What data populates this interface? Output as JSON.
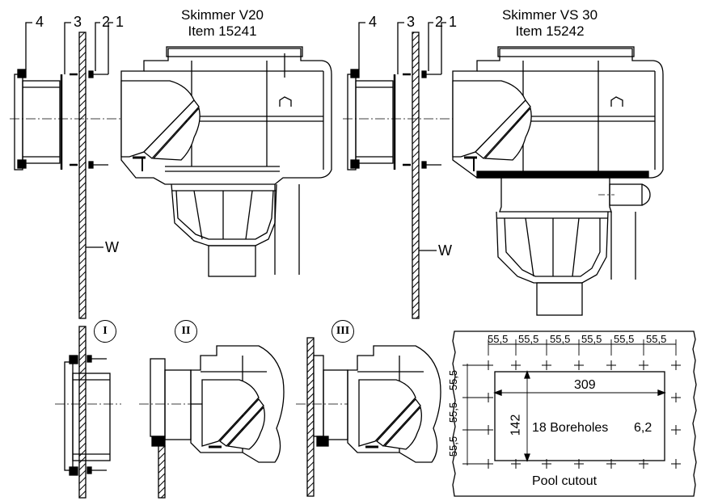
{
  "skimmer_v20": {
    "title": "Skimmer V20",
    "item": "Item 15241"
  },
  "skimmer_vs30": {
    "title": "Skimmer VS 30",
    "item": "Item 15242"
  },
  "part_numbers": [
    "4",
    "3",
    "2",
    "1"
  ],
  "wall_label": "W",
  "steps": [
    "I",
    "II",
    "III"
  ],
  "cutout": {
    "spacing_top": [
      "55,5",
      "55,5",
      "55,5",
      "55,5",
      "55,5",
      "55,5"
    ],
    "spacing_side": [
      "55,5",
      "55,5",
      "55,5"
    ],
    "width": "309",
    "height": "142",
    "boreholes": "18 Boreholes",
    "hole_diameter": "6,2",
    "caption": "Pool cutout"
  }
}
